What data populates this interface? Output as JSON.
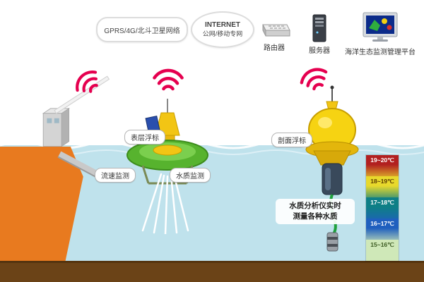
{
  "colors": {
    "signal": "#e5004f",
    "water": "#bfe2ec",
    "land": "#e87a1f",
    "ground": "#6b4317"
  },
  "network": {
    "gprs_label": "GPRS/4G/北斗卫星网络",
    "internet_line1": "INTERNET",
    "internet_line2": "公网/移动专网"
  },
  "devices": {
    "router_label": "路由器",
    "server_label": "服务器",
    "platform_label": "海洋生态监测管理平台"
  },
  "labels": {
    "surface_buoy": "表层浮标",
    "profile_buoy": "剖面浮标",
    "flow_monitoring": "流速监测",
    "water_quality_monitoring": "水质监测",
    "analyzer_line1": "水质分析仪实时",
    "analyzer_line2": "测量各种水质"
  },
  "temperature_scale": [
    {
      "label": "19~20℃",
      "color": "#b22020",
      "text": "#ffffff"
    },
    {
      "label": "18~19℃",
      "color": "#e8d92c",
      "text": "#5a3a00"
    },
    {
      "label": "17~18℃",
      "color": "#0e7f86",
      "text": "#ffffff"
    },
    {
      "label": "16~17℃",
      "color": "#1f5fbe",
      "text": "#ffffff"
    },
    {
      "label": "15~16℃",
      "color": "#cfe8b8",
      "text": "#3a5a20"
    }
  ]
}
